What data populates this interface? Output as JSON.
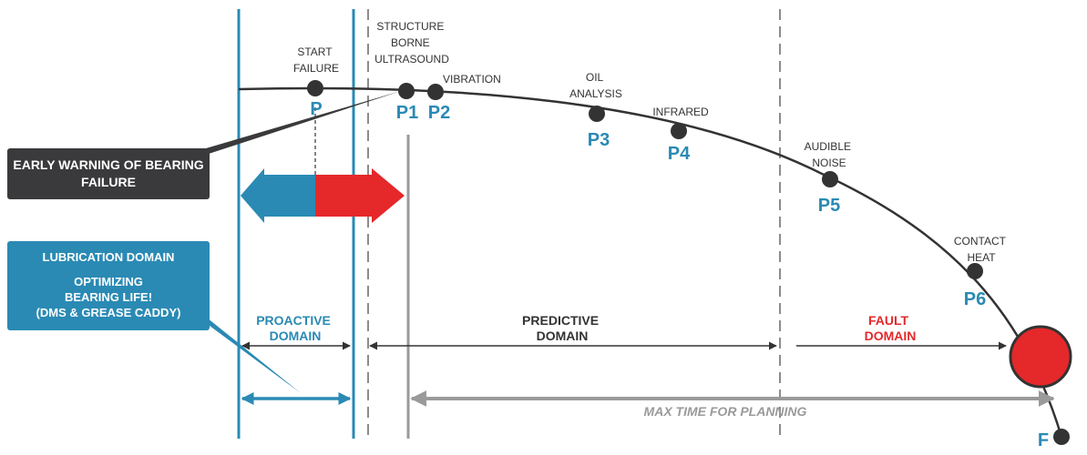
{
  "colors": {
    "blue": "#2a8ab4",
    "red": "#e5282a",
    "dark": "#3a3a3c",
    "gray": "#8c8c8c"
  },
  "callouts": {
    "early_warning": [
      "EARLY WARNING OF",
      "BEARING FAILURE"
    ],
    "lubrication": {
      "title": "LUBRICATION DOMAIN",
      "body": [
        "OPTIMIZING",
        "BEARING LIFE!",
        "(DMS & GREASE CADDY)"
      ]
    }
  },
  "curve_points": [
    {
      "id": "P",
      "label": [
        "START",
        "FAILURE"
      ]
    },
    {
      "id": "P1",
      "label": [
        "STRUCTURE",
        "BORNE",
        "ULTRASOUND"
      ]
    },
    {
      "id": "P2",
      "label": [
        "VIBRATION"
      ]
    },
    {
      "id": "P3",
      "label": [
        "OIL",
        "ANALYSIS"
      ]
    },
    {
      "id": "P4",
      "label": [
        "INFRARED"
      ]
    },
    {
      "id": "P5",
      "label": [
        "AUDIBLE",
        "NOISE"
      ]
    },
    {
      "id": "P6",
      "label": [
        "CONTACT",
        "HEAT"
      ]
    },
    {
      "id": "F",
      "label": []
    }
  ],
  "domains": {
    "proactive": [
      "PROACTIVE",
      "DOMAIN"
    ],
    "predictive": [
      "PREDICTIVE",
      "DOMAIN"
    ],
    "fault": [
      "FAULT",
      "DOMAIN"
    ]
  },
  "planning_label": "MAX TIME FOR PLANNING"
}
